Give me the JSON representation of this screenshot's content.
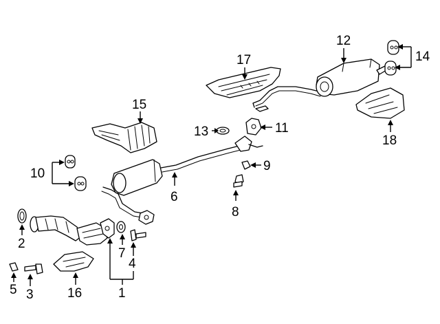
{
  "diagram": {
    "callouts": [
      "1",
      "2",
      "3",
      "4",
      "5",
      "6",
      "7",
      "8",
      "9",
      "10",
      "11",
      "12",
      "13",
      "14",
      "15",
      "16",
      "17",
      "18"
    ]
  },
  "colors": {
    "line": "#000000",
    "background": "#ffffff"
  }
}
